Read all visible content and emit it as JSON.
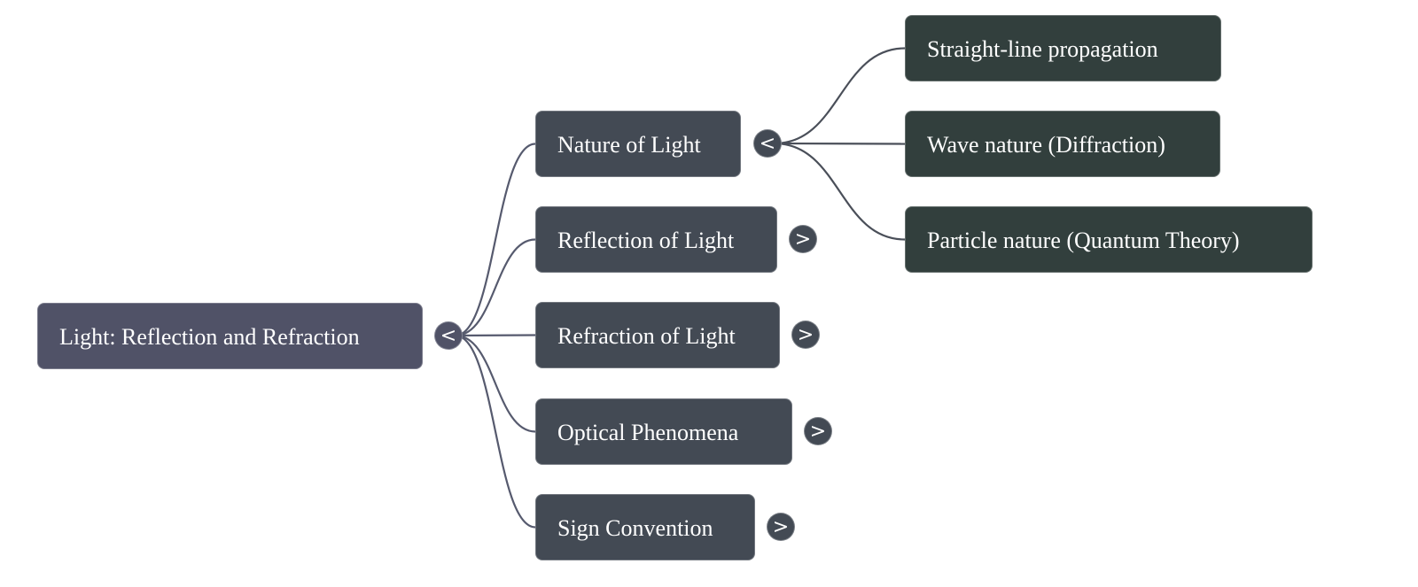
{
  "colors": {
    "root": "#505267",
    "level1": "#434a54",
    "level2": "#323f3d",
    "edge_root": "#565a6e",
    "edge_level1": "#4a4f59"
  },
  "mindmap": {
    "root": {
      "label": "Light: Reflection and Refraction",
      "toggle": "<",
      "expanded": true
    },
    "branches": [
      {
        "label": "Nature of Light",
        "toggle": "<",
        "expanded": true,
        "children": [
          {
            "label": "Straight-line propagation"
          },
          {
            "label": "Wave nature (Diffraction)"
          },
          {
            "label": "Particle nature (Quantum Theory)"
          }
        ]
      },
      {
        "label": "Reflection of Light",
        "toggle": ">",
        "expanded": false
      },
      {
        "label": "Refraction of Light",
        "toggle": ">",
        "expanded": false
      },
      {
        "label": "Optical Phenomena",
        "toggle": ">",
        "expanded": false
      },
      {
        "label": "Sign Convention",
        "toggle": ">",
        "expanded": false
      }
    ]
  }
}
